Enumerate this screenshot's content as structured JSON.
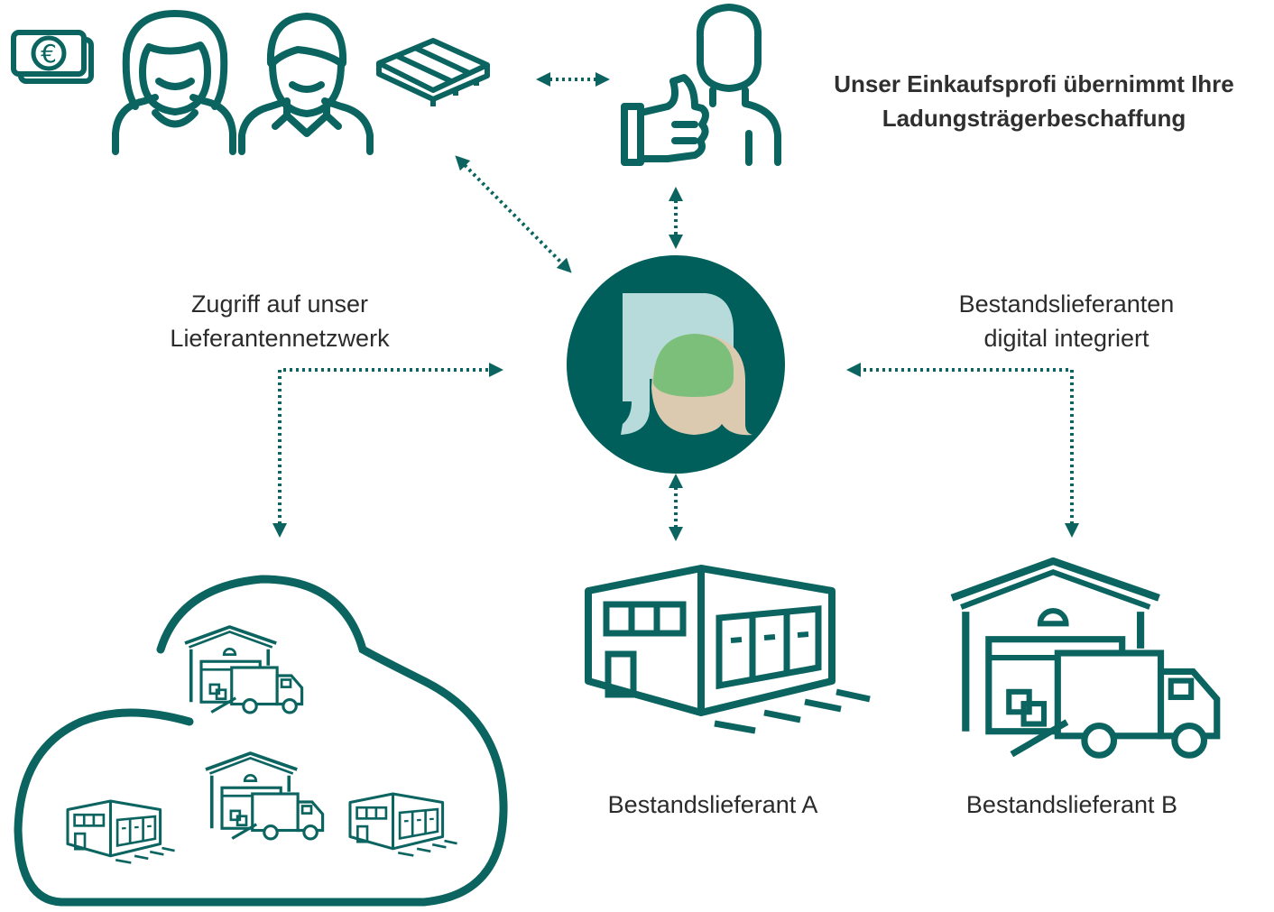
{
  "colors": {
    "teal": "#0b6460",
    "circle": "#005f5a",
    "mint": "#b6dbda",
    "green": "#7bbf7b",
    "beige": "#dccab0",
    "white": "#ffffff"
  },
  "icons": [
    "euro-money-icon",
    "woman-icon",
    "man-icon",
    "pallet-icon",
    "thumbs-up-person-icon",
    "platform-logo-icon",
    "cloud-network-icon",
    "building-icon",
    "warehouse-truck-icon"
  ],
  "texts": {
    "headline_line1": "Unser Einkaufsprofi übernimmt Ihre",
    "headline_line2": "Ladungsträgerbeschaffung",
    "network_line1": "Zugriff auf unser",
    "network_line2": "Lieferantennetzwerk",
    "existing_line1": "Bestandslieferanten",
    "existing_line2": "digital integriert",
    "supplier_a": "Bestandslieferant A",
    "supplier_b": "Bestandslieferant B"
  }
}
